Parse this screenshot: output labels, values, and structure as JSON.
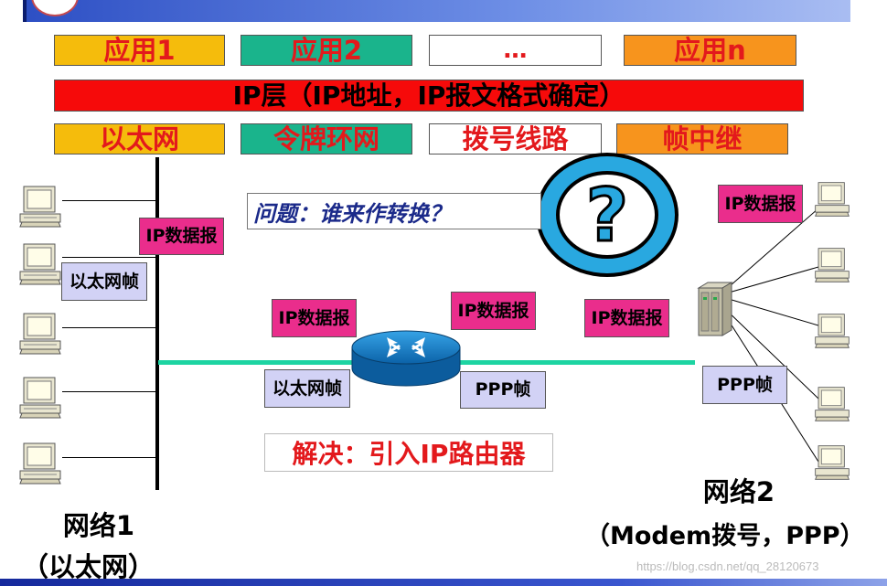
{
  "app_layers": [
    "应用1",
    "应用2",
    "…",
    "应用n"
  ],
  "ip_layer": "IP层（IP地址，IP报文格式确定）",
  "net_layers": [
    "以太网",
    "令牌环网",
    "拨号线路",
    "帧中继"
  ],
  "labels": {
    "ip_datagram": "IP数据报",
    "eth_frame": "以太网帧",
    "ppp_frame": "PPP帧"
  },
  "question": "问题：谁来作转换？",
  "solution": "解决：引入IP路由器",
  "network1": {
    "title": "网络1",
    "subtitle": "（以太网）"
  },
  "network2": {
    "title": "网络2",
    "subtitle": "（Modem拨号，PPP）"
  },
  "watermark": "https://blog.csdn.net/qq_28120673",
  "colors": {
    "app1": "#f5bc0c",
    "app2": "#1ab48c",
    "app3": "#ffffff",
    "appn": "#f7941d",
    "ip_layer": "#f60a0a",
    "net1": "#f5bc0c",
    "net2": "#1ab48c",
    "net3": "#ffffff",
    "net4": "#f7941d",
    "ethernet_link": "#1dd4a2"
  }
}
